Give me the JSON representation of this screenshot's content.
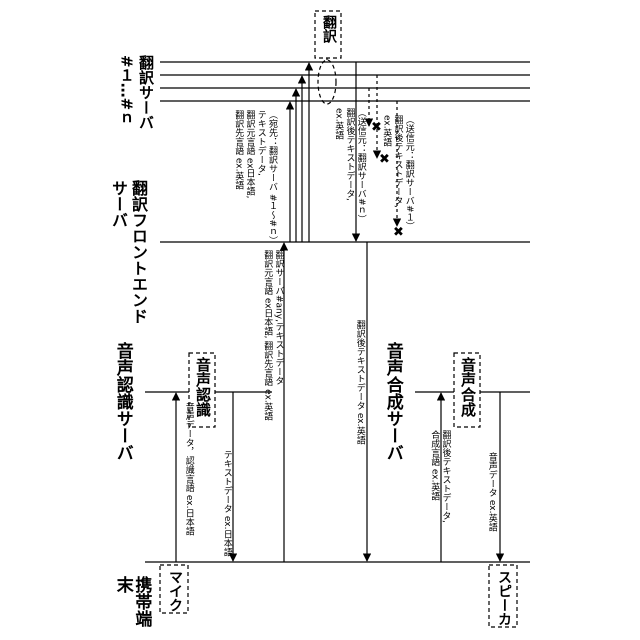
{
  "title_lanes": {
    "terminal": "携帯端末",
    "asr_server": "音声認識サーバ",
    "tts_server": "音声合成サーバ",
    "frontend_server": "翻訳フロントエンド\nサーバ",
    "translation_servers": "翻訳サーバ\n#１…#ｎ"
  },
  "boxes": {
    "mic": "マイク",
    "asr": "音声認識",
    "tts": "音声合成",
    "speaker": "スピーカ",
    "translate": "翻訳"
  },
  "messages": {
    "m1": "音声データ，認識言語 ex.日本語",
    "m2": "テキストデータ ex.日本語",
    "m3": "翻訳サーバ#any,テキストデータ\n翻訳元言語 ex日本語, 翻訳先言語 ex.英語",
    "m4": "（宛先：翻訳サーバ #１〜#ｎ）\nテキストデータ,\n翻訳元言語 ex日本語,\n翻訳先言語 ex.英語",
    "m5": "（送信元：翻訳サーバ#ｎ）\n翻訳後テキストデータ,\nex.英語",
    "m6": "（送信元：翻訳サーバ#１）\n翻訳後テキストデータ,\nex.英語",
    "m7": "翻訳後テキストデータ ex.英語",
    "m8": "翻訳後テキストデータ,\n合成言語 ex.英語",
    "m9": "音声データ ex.英語"
  }
}
